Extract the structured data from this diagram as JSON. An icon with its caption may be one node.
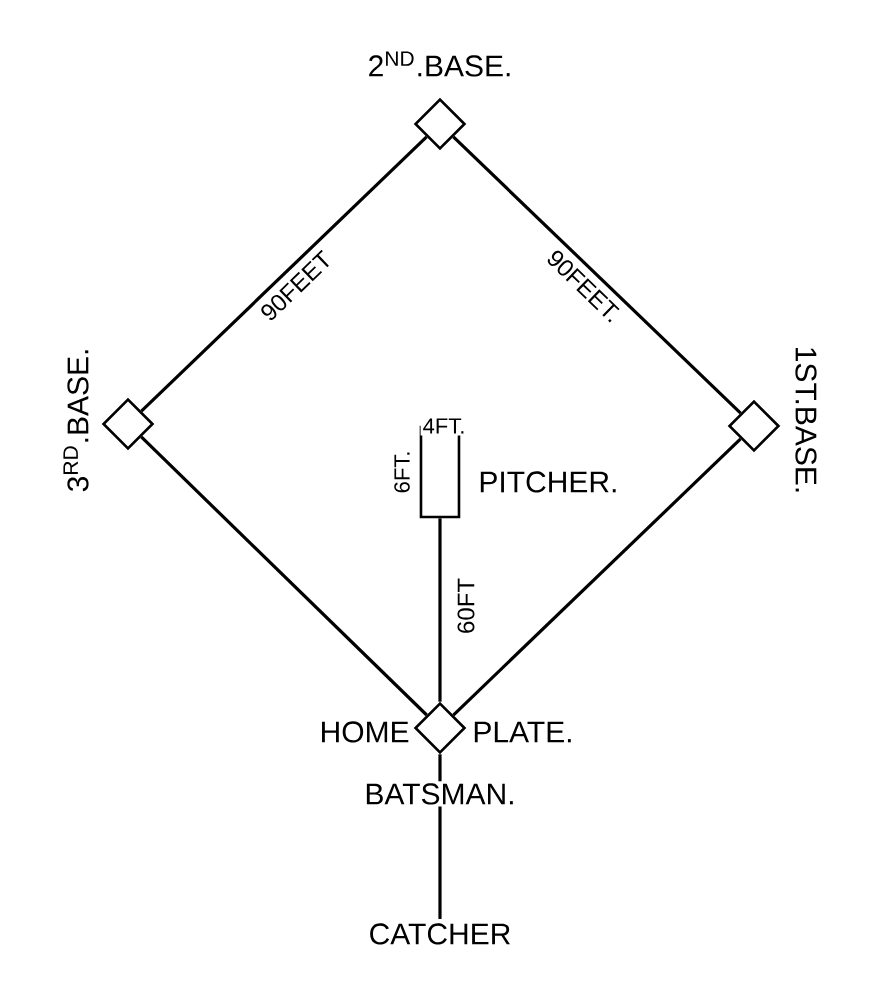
{
  "diagram": {
    "nodes": [
      {
        "text": [
          "2$^{ND}$.BASE."
        ]
      },
      {
        "text": [
          "3$^{RD}$.BASE."
        ]
      },
      {
        "text": [
          "1ST.BASE."
        ]
      },
      {
        "text": [
          "PITCHER."
        ],
        "beside": [
          "4FT.",
          "6FT."
        ]
      },
      {
        "text": [
          "HOME",
          "PLATE."
        ],
        "beside": [
          "BATSMAN."
        ]
      },
      {
        "text": [
          "CATCHER"
        ]
      }
    ],
    "edges": [
      {
        "from": 4,
        "to": 2,
        "arrow": "none"
      },
      {
        "from": 2,
        "to": 0,
        "arrow": "none",
        "label": "90FEET."
      },
      {
        "from": 0,
        "to": 1,
        "arrow": "none",
        "label": "90FEET"
      },
      {
        "from": 1,
        "to": 4,
        "arrow": "none"
      },
      {
        "from": 4,
        "to": 3,
        "arrow": "none",
        "label": "60FT"
      },
      {
        "from": 4,
        "to": 5,
        "arrow": "none"
      }
    ]
  }
}
